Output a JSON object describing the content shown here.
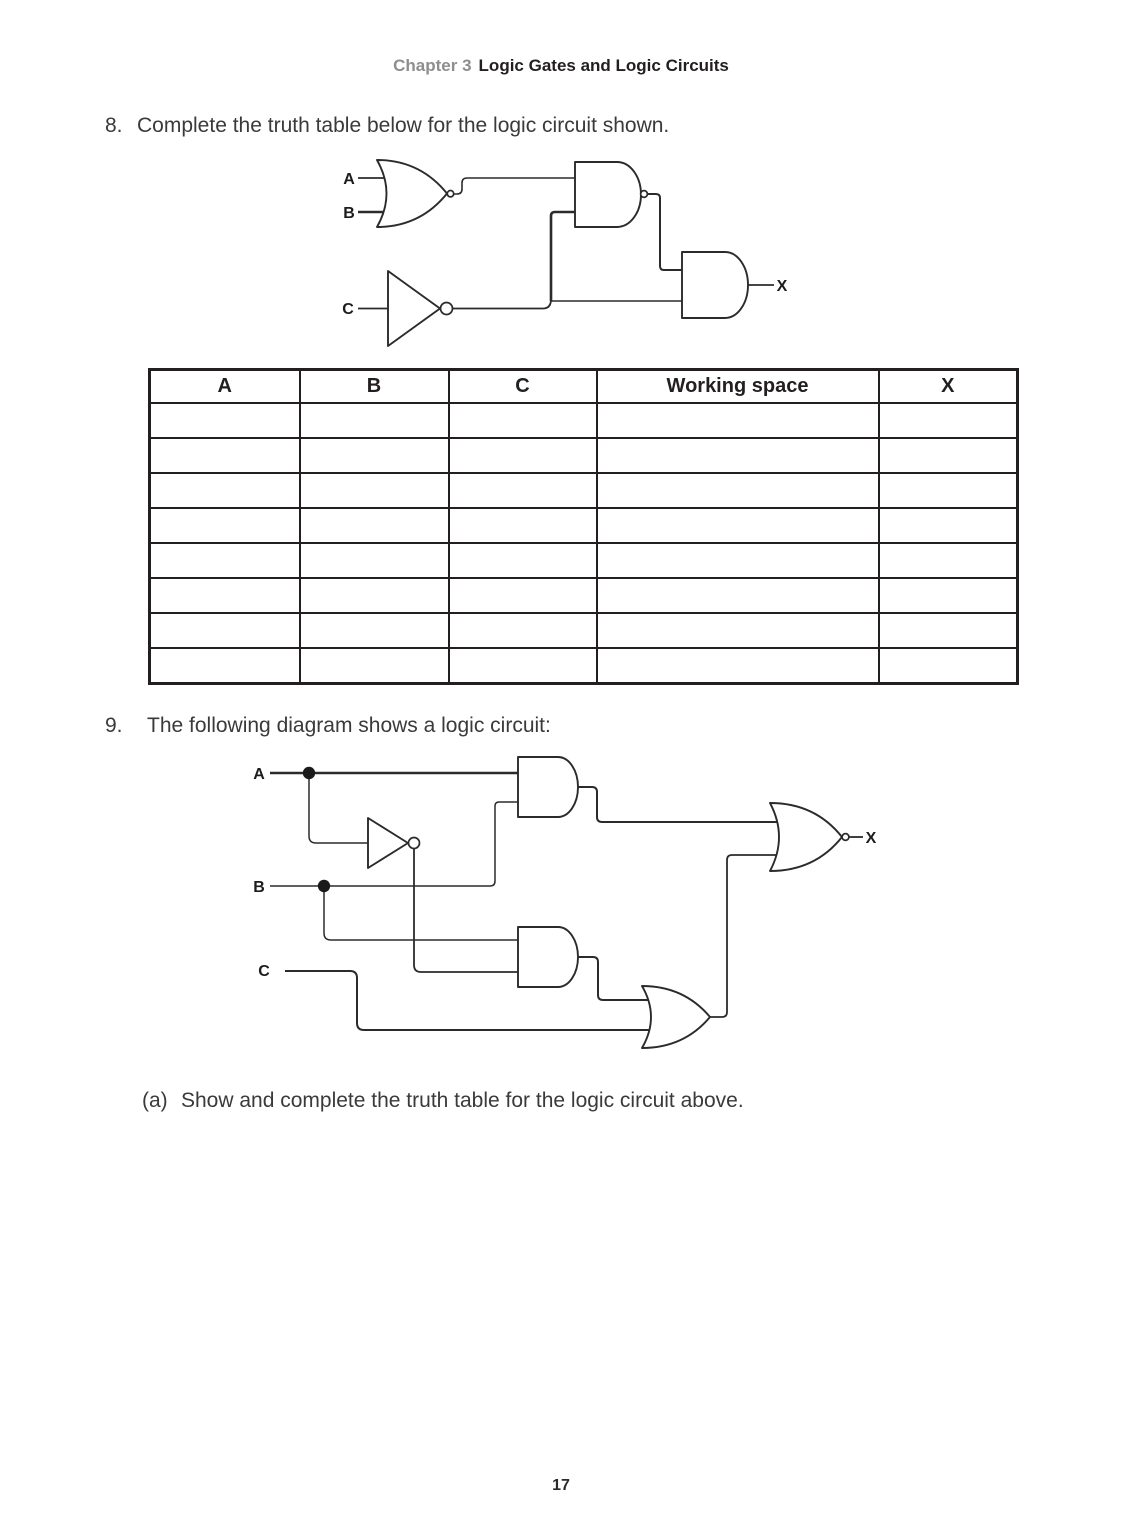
{
  "header": {
    "chapter_label": "Chapter 3",
    "chapter_title": "Logic Gates and Logic Circuits"
  },
  "question8": {
    "number": "8.",
    "prompt": "Complete the truth table below for the logic circuit shown.",
    "circuit": {
      "input_a": "A",
      "input_b": "B",
      "input_c": "C",
      "output_x": "X",
      "gates": [
        "nor-gate",
        "not-gate",
        "nand-gate",
        "and-gate"
      ]
    },
    "truth_table": {
      "columns": [
        "A",
        "B",
        "C",
        "Working space",
        "X"
      ],
      "row_count": 8,
      "cell_placeholder": ""
    }
  },
  "question9": {
    "number": "9.",
    "prompt": "The following diagram shows a logic circuit:",
    "circuit": {
      "input_a": "A",
      "input_b": "B",
      "input_c": "C",
      "output_x": "X",
      "gates": [
        "and-gate",
        "not-gate",
        "and-gate",
        "or-gate",
        "nor-gate"
      ]
    },
    "part_a": {
      "label": "(a)",
      "prompt": "Show and complete the truth table for the logic circuit above."
    }
  },
  "footer": {
    "page_number": "17"
  }
}
